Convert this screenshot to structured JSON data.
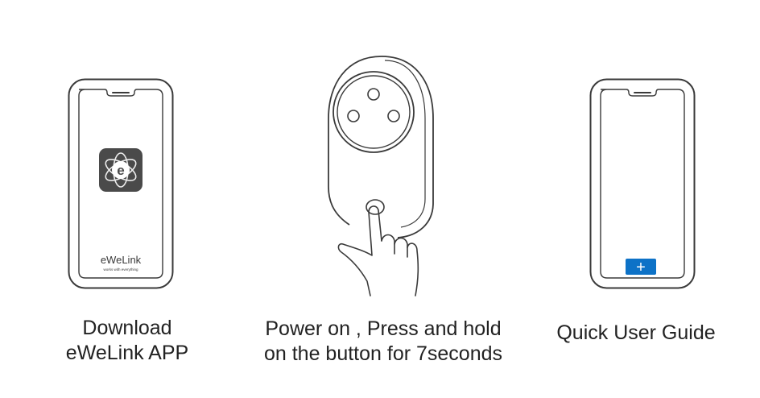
{
  "steps": [
    {
      "id": "download",
      "icon": "phone-with-ewelink-app-icon",
      "app_name": "eWeLink",
      "app_tagline": "works with everything",
      "app_logo_letter": "e",
      "caption_lines": [
        "Download",
        "eWeLink  APP"
      ]
    },
    {
      "id": "power-on",
      "icon": "smart-plug-press-button-icon",
      "caption_lines": [
        "Power on , Press and hold",
        "on the button for 7seconds"
      ]
    },
    {
      "id": "quick-guide",
      "icon": "phone-with-add-button-icon",
      "add_button_symbol": "+",
      "caption_lines": [
        "Quick User Guide"
      ]
    }
  ],
  "colors": {
    "line": "#3a3a3a",
    "logo_bg": "#4a4a4a",
    "add_button": "#0d72c7"
  }
}
